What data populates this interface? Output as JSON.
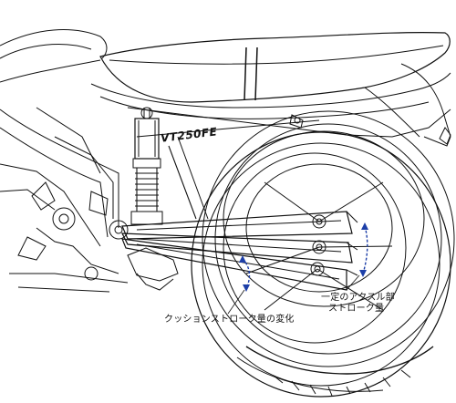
{
  "labels": {
    "axle_stroke_line1": "一定のアクスル部",
    "axle_stroke_line2": "ストローク量",
    "cushion_stroke": "クッションストローク量の変化"
  },
  "logo": {
    "text": "VT250FE"
  },
  "colors": {
    "line": "#111111",
    "arrow": "#1d3fa8",
    "background": "#ffffff"
  }
}
